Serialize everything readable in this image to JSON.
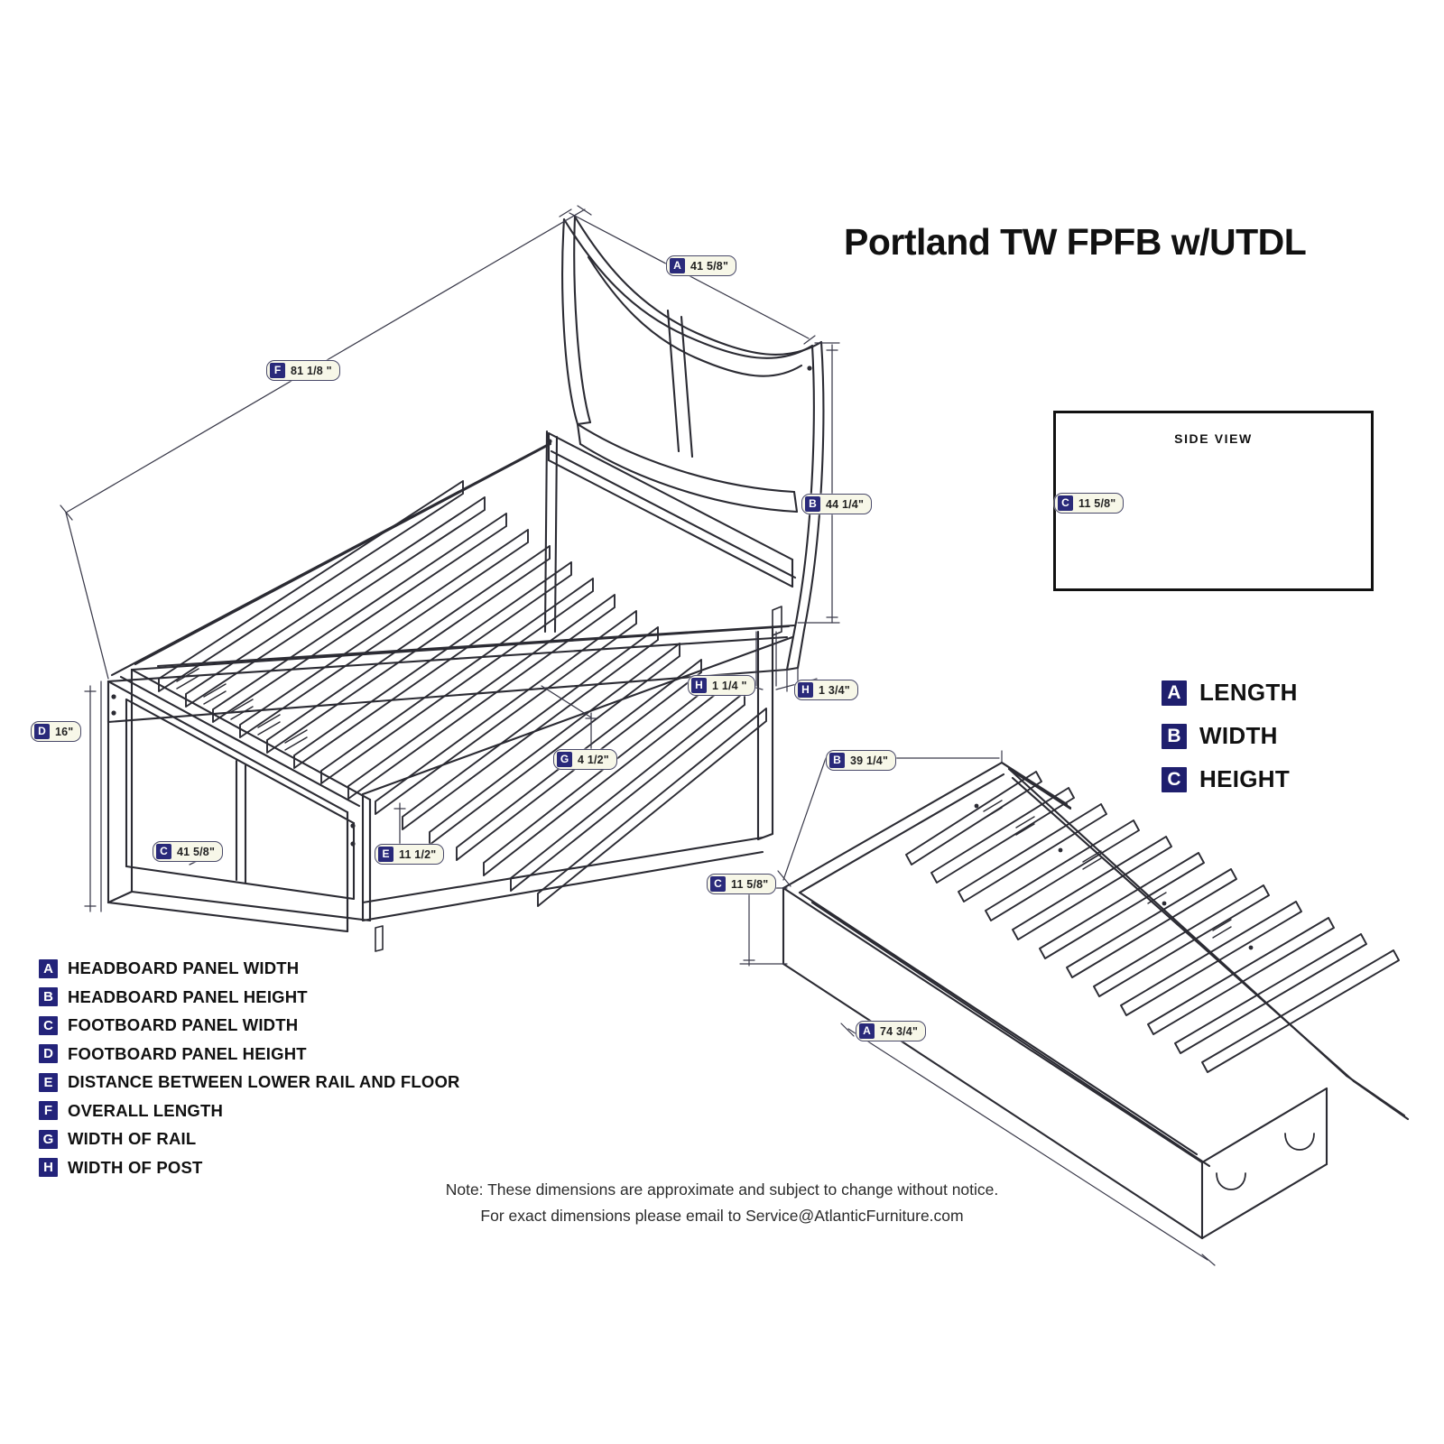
{
  "title": "Portland TW FPFB w/UTDL",
  "side_view": {
    "heading": "SIDE VIEW",
    "dim": {
      "tag": "C",
      "value": "11 5/8\""
    }
  },
  "abc_legend": [
    {
      "tag": "A",
      "label": "LENGTH"
    },
    {
      "tag": "B",
      "label": "WIDTH"
    },
    {
      "tag": "C",
      "label": "HEIGHT"
    }
  ],
  "key_legend": [
    {
      "tag": "A",
      "label": "HEADBOARD PANEL WIDTH"
    },
    {
      "tag": "B",
      "label": "HEADBOARD PANEL HEIGHT"
    },
    {
      "tag": "C",
      "label": "FOOTBOARD PANEL WIDTH"
    },
    {
      "tag": "D",
      "label": "FOOTBOARD PANEL HEIGHT"
    },
    {
      "tag": "E",
      "label": "DISTANCE BETWEEN LOWER RAIL AND FLOOR"
    },
    {
      "tag": "F",
      "label": "OVERALL LENGTH"
    },
    {
      "tag": "G",
      "label": "WIDTH OF RAIL"
    },
    {
      "tag": "H",
      "label": "WIDTH OF POST"
    }
  ],
  "bed_dims": [
    {
      "id": "bed-a",
      "tag": "A",
      "value": "41 5/8\""
    },
    {
      "id": "bed-f",
      "tag": "F",
      "value": "81 1/8 \""
    },
    {
      "id": "bed-b",
      "tag": "B",
      "value": "44 1/4\""
    },
    {
      "id": "bed-h1",
      "tag": "H",
      "value": "1 1/4 \""
    },
    {
      "id": "bed-h2",
      "tag": "H",
      "value": "1 3/4\""
    },
    {
      "id": "bed-d",
      "tag": "D",
      "value": "16\""
    },
    {
      "id": "bed-c",
      "tag": "C",
      "value": "41 5/8\""
    },
    {
      "id": "bed-e",
      "tag": "E",
      "value": "11 1/2\""
    },
    {
      "id": "bed-g",
      "tag": "G",
      "value": "4 1/2\""
    }
  ],
  "trundle_dims": [
    {
      "id": "tr-b",
      "tag": "B",
      "value": "39 1/4\""
    },
    {
      "id": "tr-c",
      "tag": "C",
      "value": "11 5/8\""
    },
    {
      "id": "tr-a",
      "tag": "A",
      "value": "74 3/4\""
    }
  ],
  "note": {
    "line1": "Note:  These dimensions are approximate and subject to change without notice.",
    "line2": "For exact dimensions please email to Service@AtlanticFurniture.com"
  },
  "colors": {
    "tag_blue": "#2a2a7a",
    "pill_bg": "#f7f7e8",
    "line": "#2b2b33"
  }
}
